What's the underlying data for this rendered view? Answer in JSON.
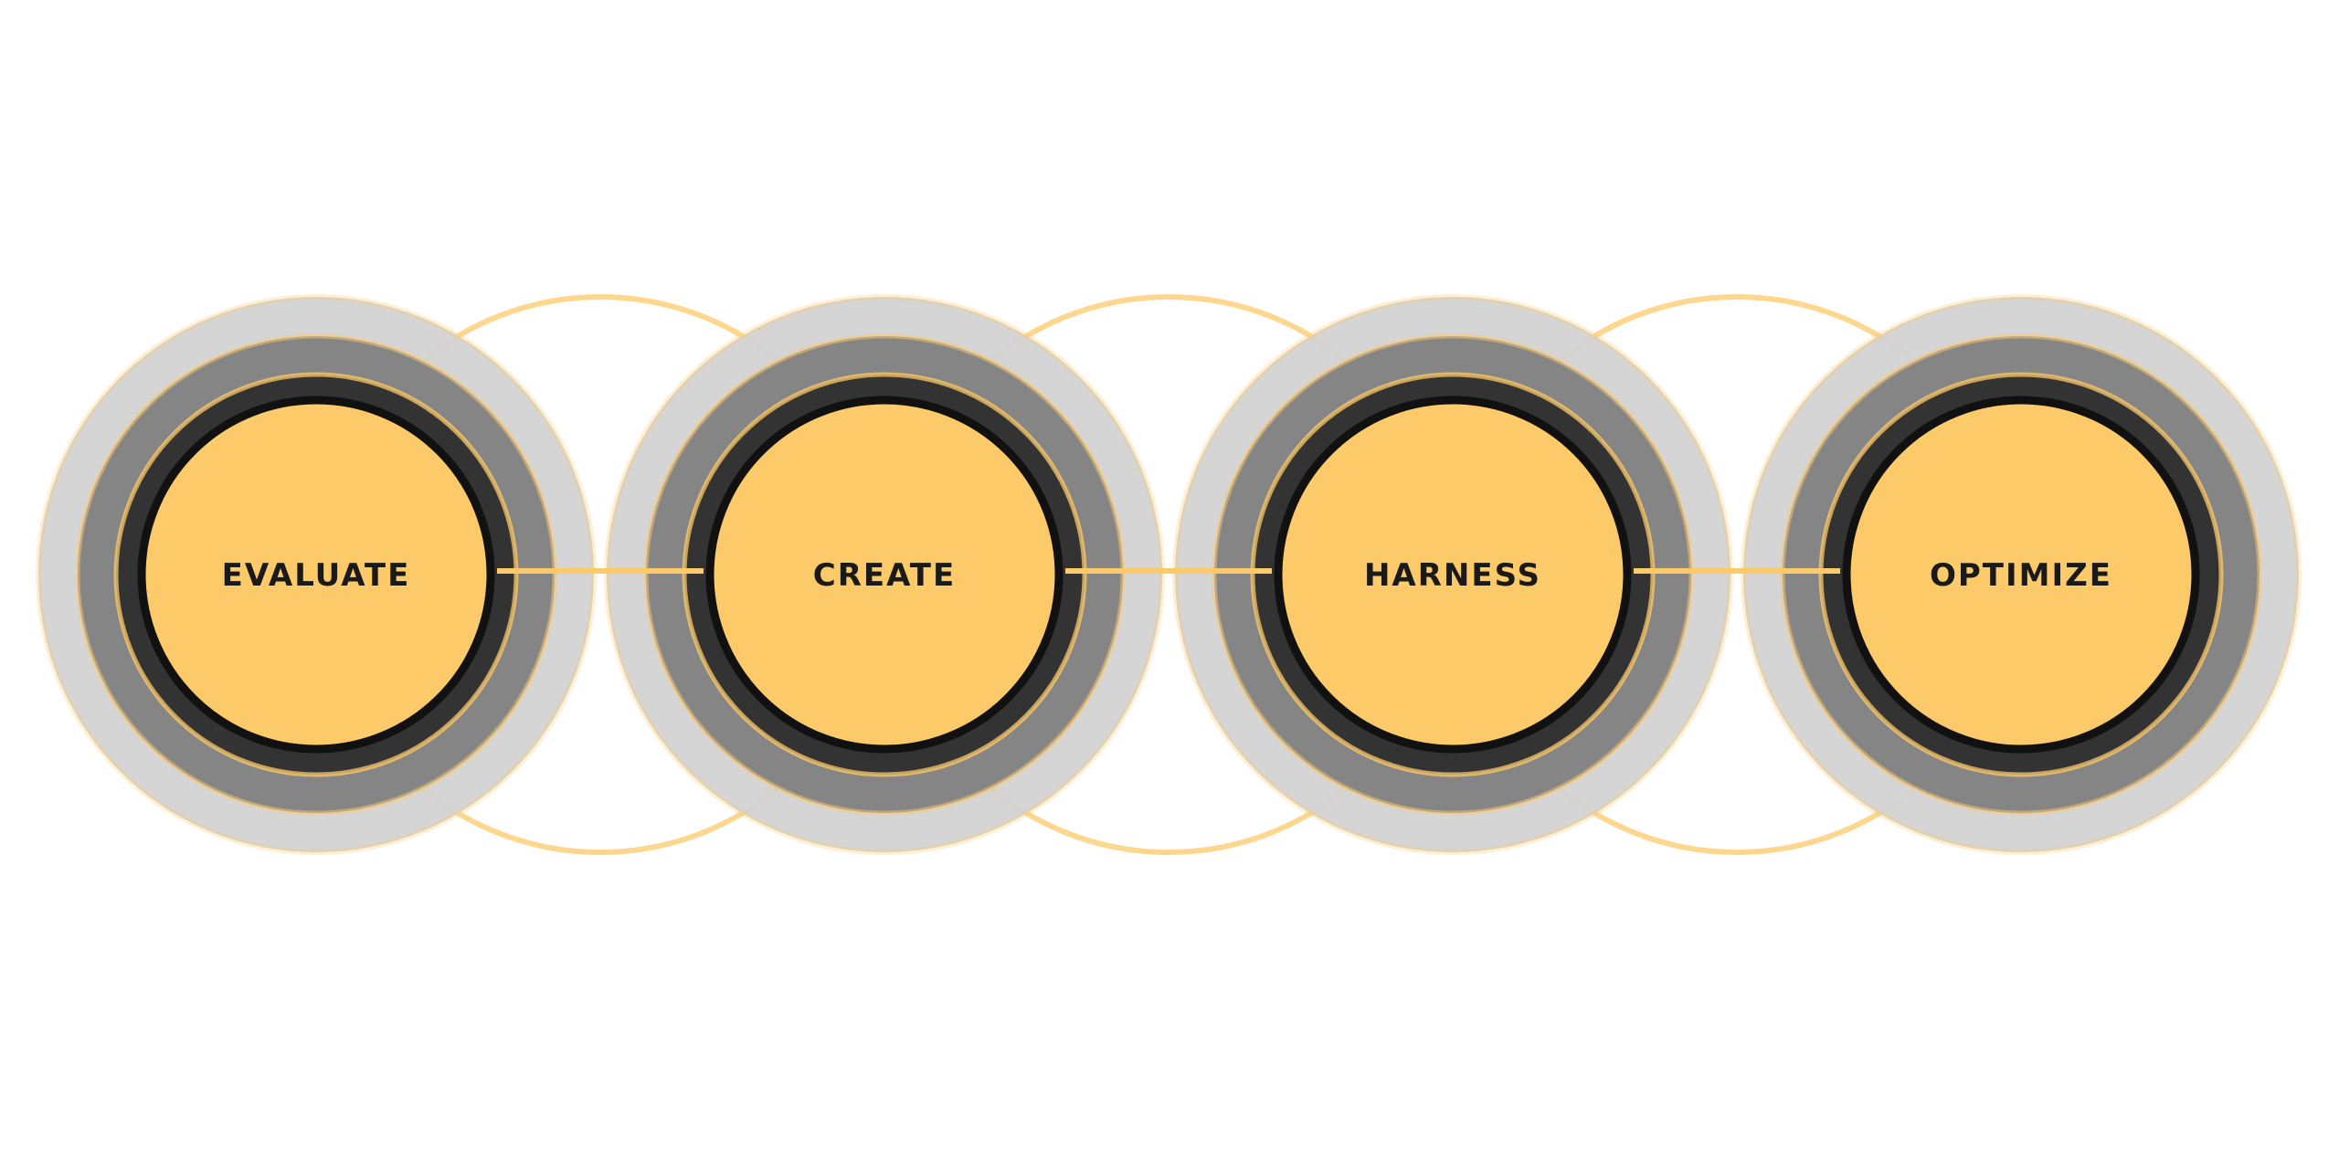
{
  "diagram": {
    "steps": [
      {
        "label": "EVALUATE"
      },
      {
        "label": "CREATE"
      },
      {
        "label": "HARNESS"
      },
      {
        "label": "OPTIMIZE"
      }
    ],
    "colors": {
      "accent": "#fdca6a",
      "ring_dark": "#333333",
      "ring_mid": "#858585",
      "ring_light": "#d3d3d3",
      "outline": "#111111"
    }
  }
}
